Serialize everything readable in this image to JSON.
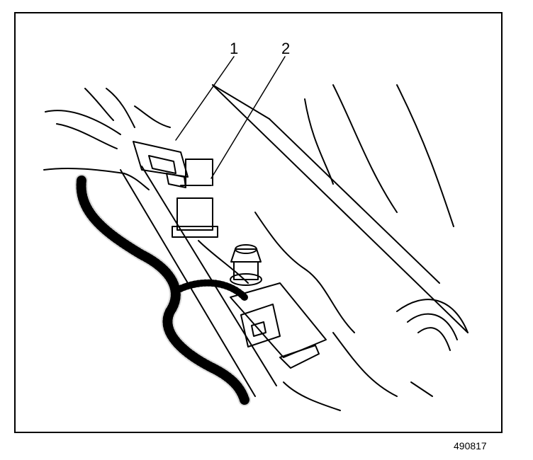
{
  "diagram": {
    "figure_id": "490817",
    "callouts": [
      {
        "label": "1",
        "target": "wiring-harness-connector"
      },
      {
        "label": "2",
        "target": "fuel-injector"
      }
    ],
    "colors": {
      "ink": "#000000",
      "paper": "#ffffff"
    }
  }
}
